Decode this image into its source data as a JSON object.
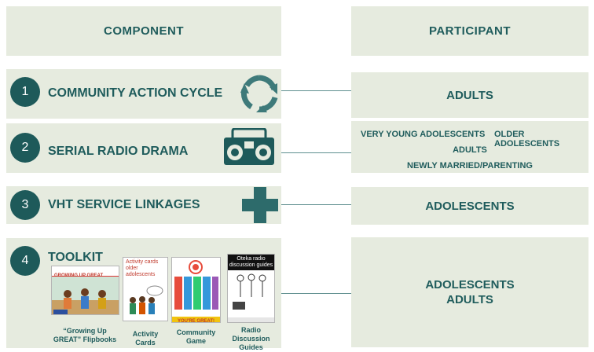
{
  "headers": {
    "component": "COMPONENT",
    "participant": "PARTICIPANT"
  },
  "rows": [
    {
      "number": "1",
      "title": "COMMUNITY ACTION CYCLE",
      "icon": "recycle-arrows-icon",
      "participants": [
        "ADULTS"
      ]
    },
    {
      "number": "2",
      "title": "SERIAL RADIO DRAMA",
      "icon": "radio-icon",
      "participants": [
        "VERY YOUNG ADOLESCENTS",
        "OLDER ADOLESCENTS",
        "ADULTS",
        "NEWLY MARRIED/PARENTING"
      ]
    },
    {
      "number": "3",
      "title": "VHT SERVICE LINKAGES",
      "icon": "health-cross-icon",
      "participants": [
        "ADOLESCENTS"
      ]
    },
    {
      "number": "4",
      "title": "TOOLKIT",
      "participants": [
        "ADOLESCENTS",
        "ADULTS"
      ]
    }
  ],
  "toolkit": [
    {
      "caption1": "“Growing Up",
      "caption2": "GREAT” Flipbooks",
      "cover_title": "GROWING UP GREAT"
    },
    {
      "caption1": "Activity",
      "caption2": "Cards",
      "cover_title1": "Activity cards",
      "cover_title2": "older adolescents"
    },
    {
      "caption1": "Community",
      "caption2": "Game",
      "cover_title": "YOU'RE GREAT!"
    },
    {
      "caption1": "Radio",
      "caption2": "Discussion",
      "caption3": "Guides",
      "cover_title1": "Oteka radio",
      "cover_title2": "discussion guides"
    }
  ],
  "colors": {
    "box": "#e6ebdf",
    "teal": "#1e5a5a",
    "text": "#1f5c5c",
    "line": "#5f8f8f"
  }
}
